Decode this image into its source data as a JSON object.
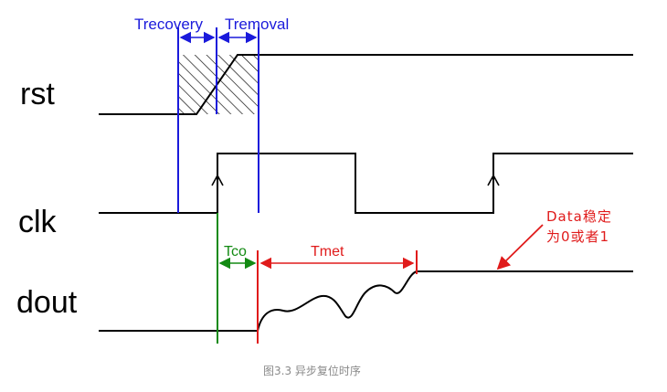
{
  "signals": {
    "rst": "rst",
    "clk": "clk",
    "dout": "dout"
  },
  "timing": {
    "trecovery": "Trecovery",
    "tremoval": "Tremoval",
    "tco": "Tco",
    "tmet": "Tmet"
  },
  "annotation": {
    "line1": "Data稳定",
    "line2": "为0或者1"
  },
  "caption": "图3.3 异步复位时序",
  "colors": {
    "signal": "#000000",
    "recovery_removal": "#1a1adb",
    "tco": "#138a13",
    "tmet": "#e01b1b",
    "caption": "#8a8a8a"
  }
}
